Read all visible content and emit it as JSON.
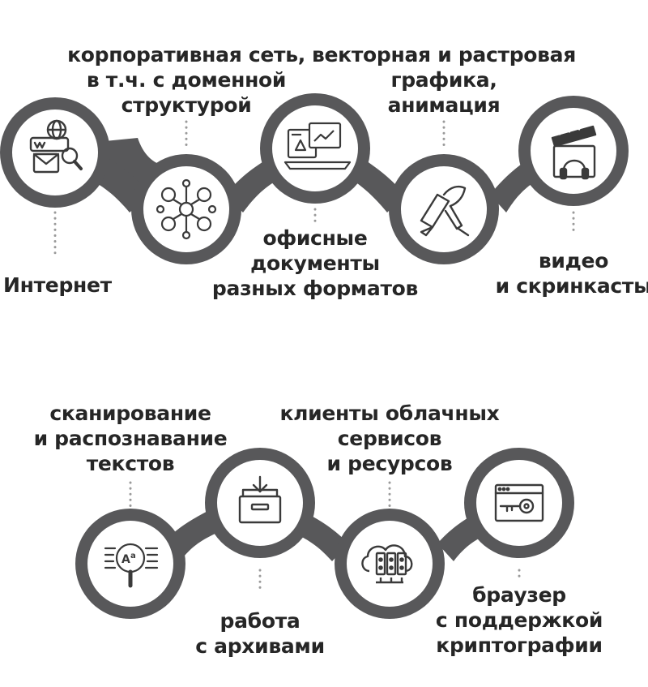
{
  "colors": {
    "chain": "#58585a",
    "ring": "#ffffff",
    "icon": "#3a3a3a",
    "text": "#262626",
    "dots": "#9a9a9a"
  },
  "row1": {
    "items": [
      {
        "icon": "internet-web-search-icon",
        "label": [
          "Интернет"
        ]
      },
      {
        "icon": "corporate-network-people-icon",
        "label": [
          "корпоративная сеть,",
          "в т.ч. с доменной",
          "структурой"
        ]
      },
      {
        "icon": "office-documents-icon",
        "label": [
          "офисные",
          "документы",
          "разных форматов"
        ]
      },
      {
        "icon": "pen-brush-graphics-icon",
        "label": [
          "векторная и растровая",
          "графика,",
          "анимация"
        ]
      },
      {
        "icon": "video-clapper-headphones-icon",
        "label": [
          "видео",
          "и скринкасты"
        ]
      }
    ]
  },
  "row2": {
    "items": [
      {
        "icon": "text-scan-magnifier-icon",
        "label": [
          "сканирование",
          "и распознавание",
          "текстов"
        ]
      },
      {
        "icon": "archive-box-icon",
        "label": [
          "работа",
          "с архивами"
        ]
      },
      {
        "icon": "cloud-server-icon",
        "label": [
          "клиенты облачных",
          "сервисов",
          "и ресурсов"
        ]
      },
      {
        "icon": "browser-key-icon",
        "label": [
          "браузер",
          "с поддержкой",
          "криптографии"
        ]
      }
    ]
  }
}
